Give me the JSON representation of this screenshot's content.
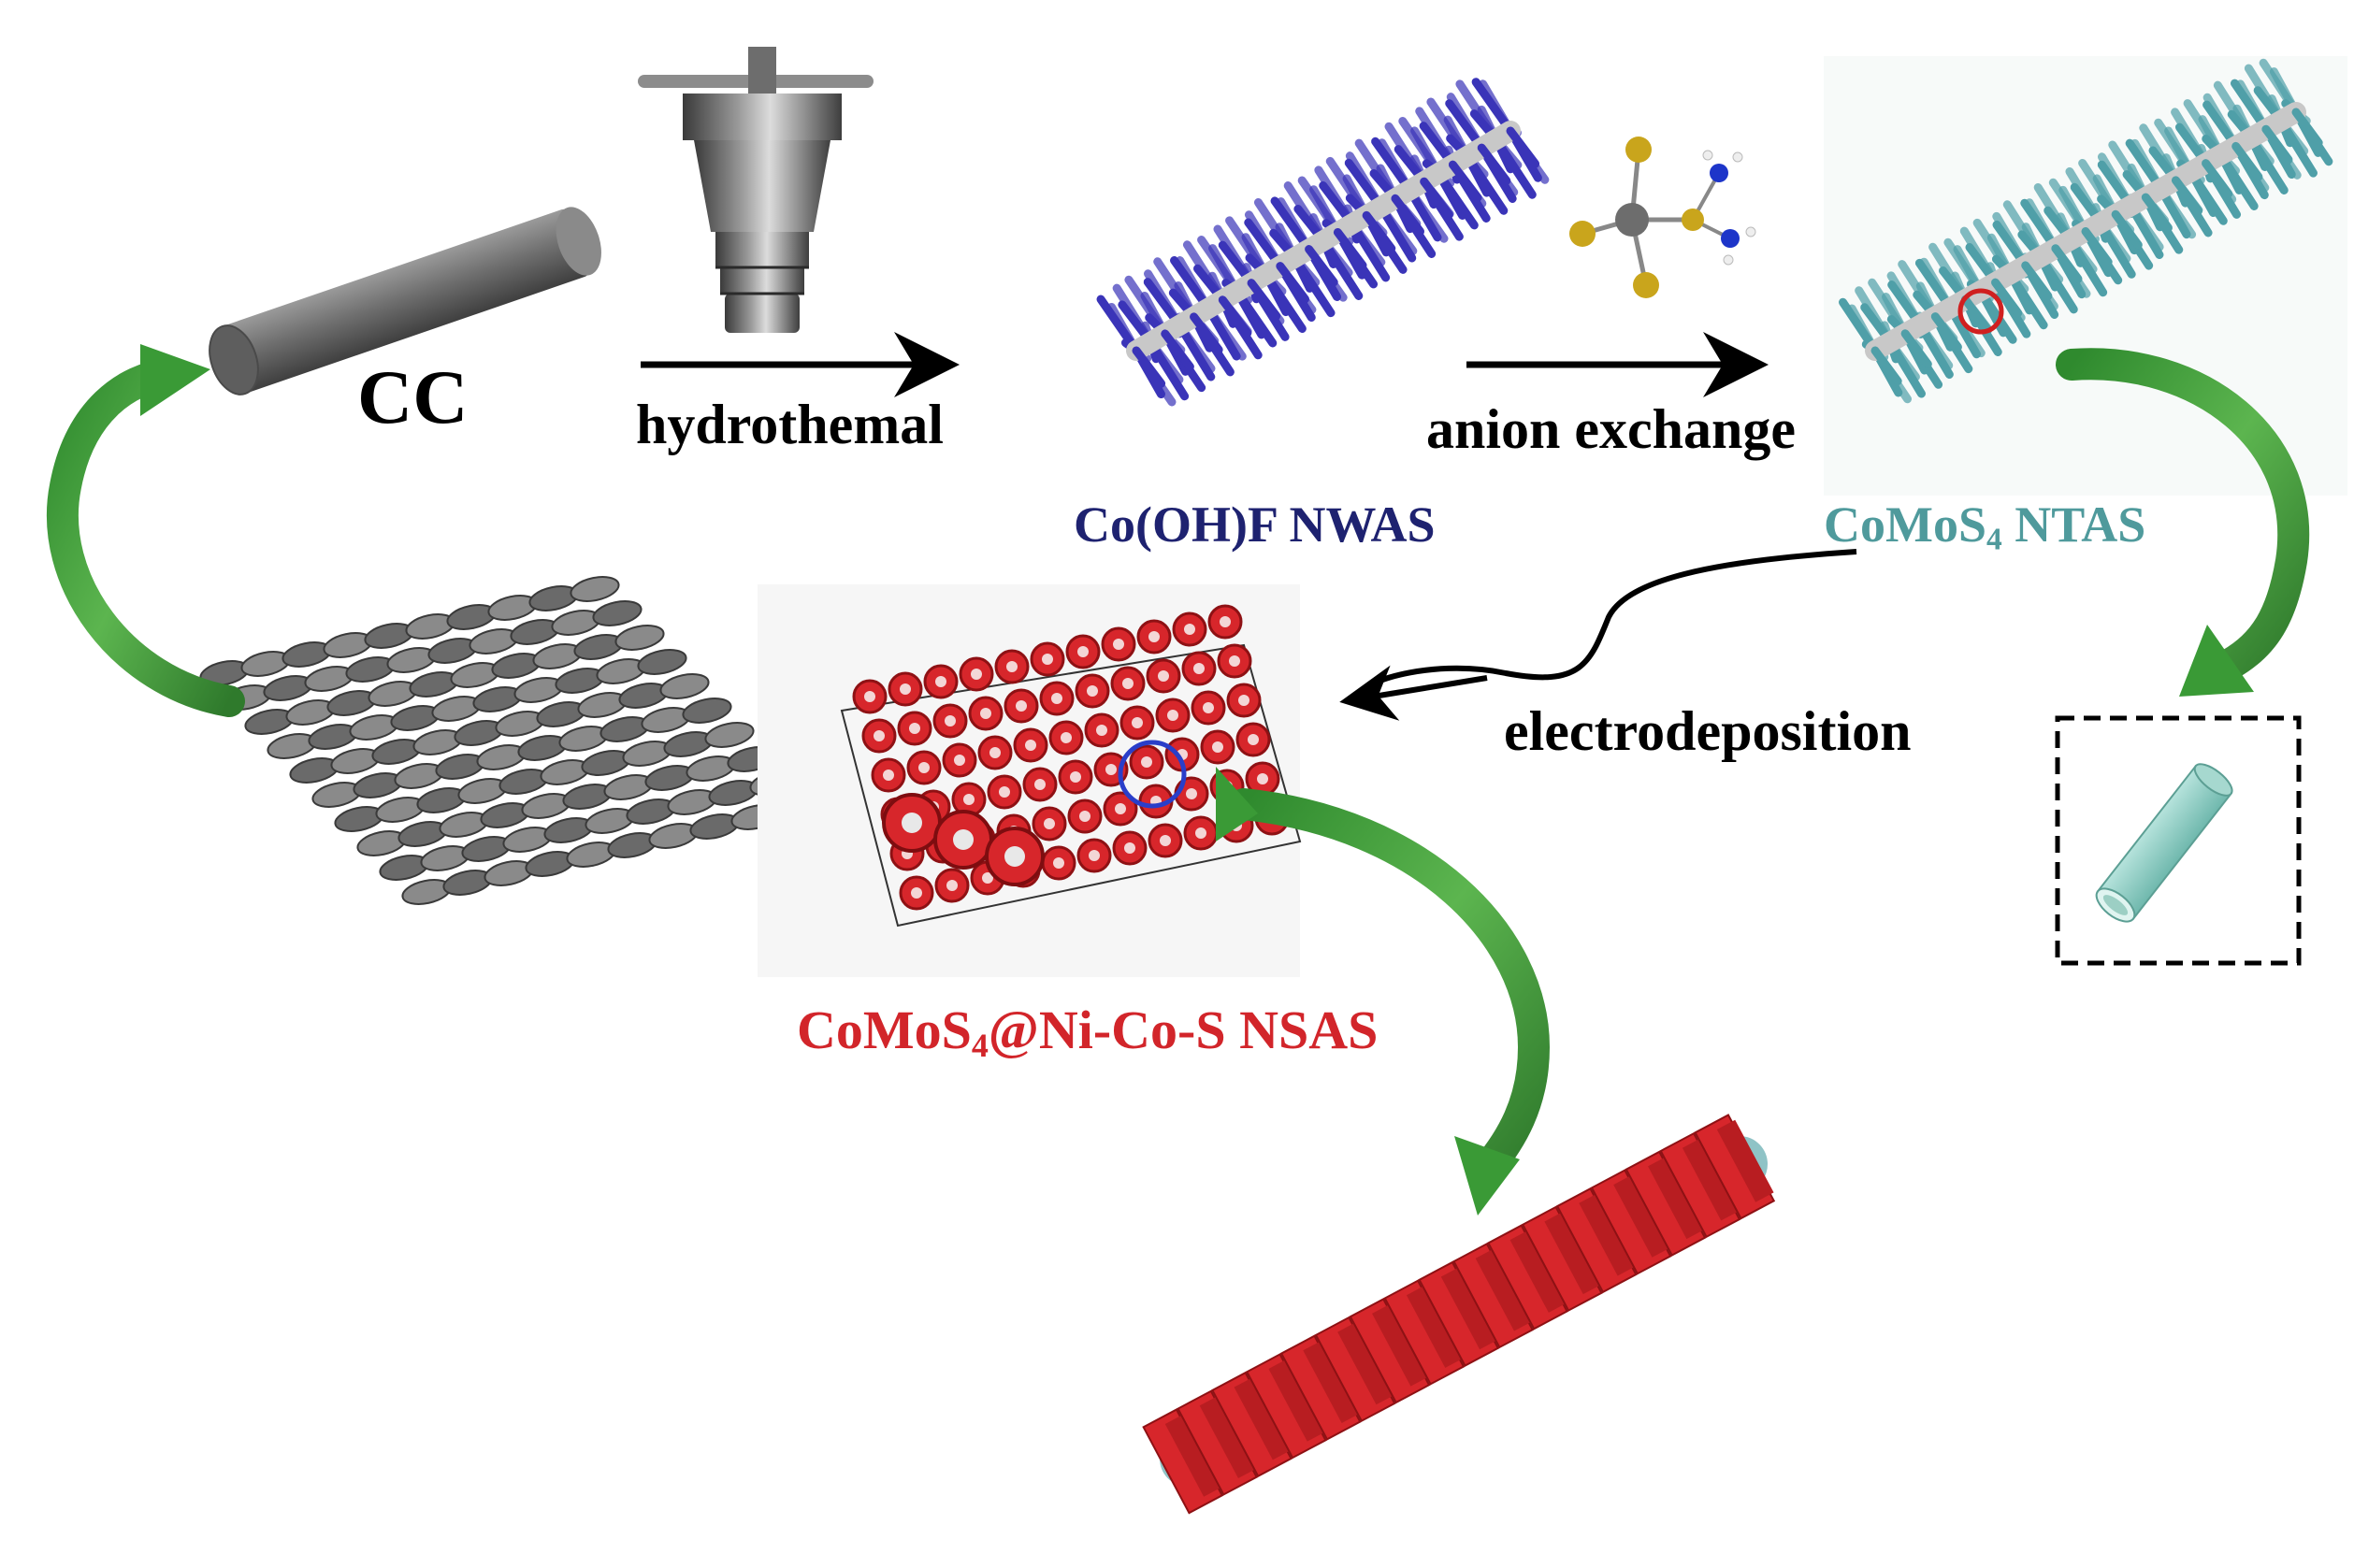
{
  "labels": {
    "cc": "CC",
    "hydrothermal": "hydrothemal",
    "anion_exchange": "anion exchange",
    "cooh_main": "Co(OH)F NWAS",
    "comos_pre": "CoMoS",
    "comos_sub": "4",
    "comos_post": " NTAS",
    "electrodeposition": "electrodeposition",
    "final_pre": "CoMoS",
    "final_sub": "4",
    "final_post": "@Ni-Co-S NSAS"
  },
  "colors": {
    "cooh_label": "#1e2270",
    "comos_label": "#4f9a9c",
    "final_label": "#d2252a",
    "curved_arrow": "#4a9f3e",
    "cc_rod": "#6e6e6e",
    "nanowire": "#3a34b8",
    "nanotube": "#4f9fa8",
    "nanosheet": "#d7262b"
  }
}
